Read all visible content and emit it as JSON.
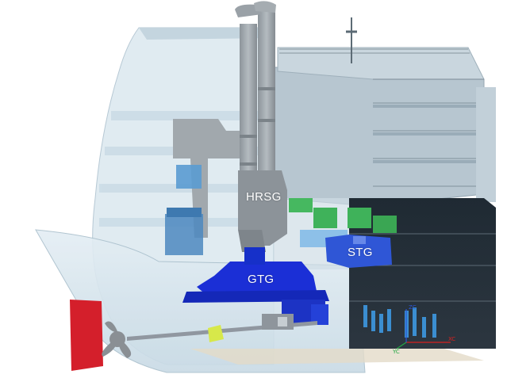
{
  "labels": {
    "hrsg": "HRSG",
    "stg": "STG",
    "gtg": "GTG"
  },
  "axes": {
    "x": "XC",
    "y": "YC",
    "z": "ZC"
  },
  "colors": {
    "hull": "#cfe0ea",
    "superstructure": "#b9c8d2",
    "exhaust_stack": "#9aa1a7",
    "gas_turbine": "#1b2fd6",
    "generators_green": "#3fb25a",
    "rudder": "#d41f2b",
    "propeller": "#8a8f94",
    "bearing": "#d7e84a"
  }
}
